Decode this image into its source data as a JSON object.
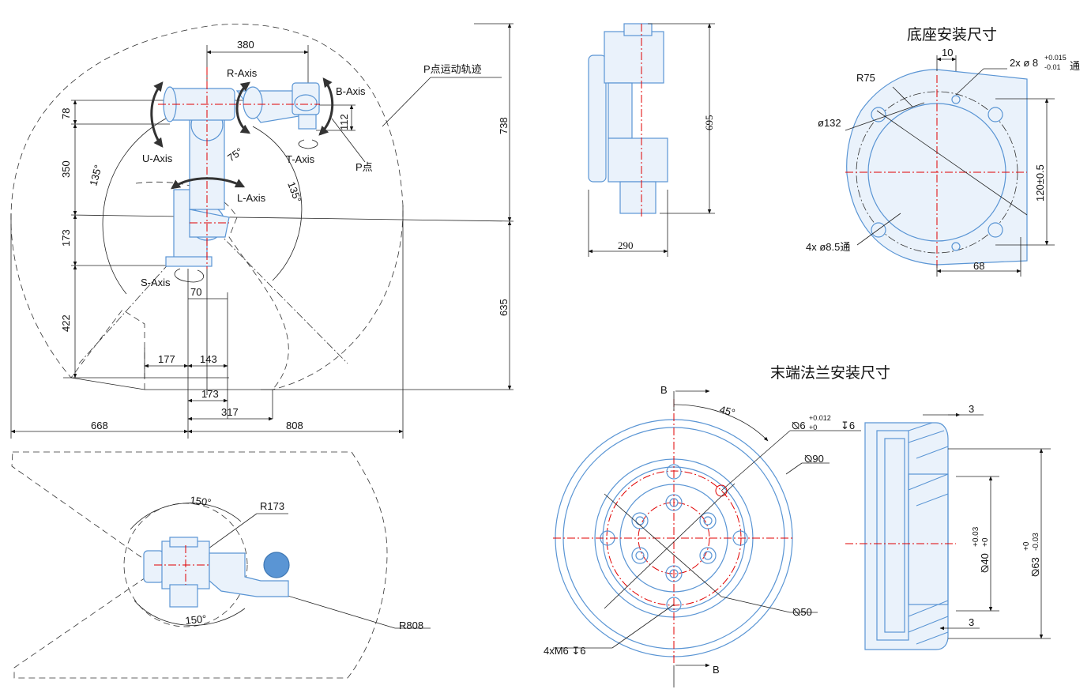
{
  "titles": {
    "base_mount": "底座安装尺寸",
    "flange_mount": "末端法兰安装尺寸"
  },
  "side_view": {
    "dims": {
      "top_380": "380",
      "left_78": "78",
      "left_350": "350",
      "left_173": "173",
      "left_422": "422",
      "bottom_177": "177",
      "bottom_143": "143",
      "s_70": "70",
      "bottom_173": "173",
      "bottom_317": "317",
      "bottom_668": "668",
      "bottom_808": "808",
      "right_738": "738",
      "right_635": "635",
      "wrist_112": "112"
    },
    "axes": {
      "r": "R-Axis",
      "b": "B-Axis",
      "u": "U-Axis",
      "t": "T-Axis",
      "l": "L-Axis",
      "s": "S-Axis",
      "p_point": "P点",
      "trajectory": "P点运动轨迹"
    },
    "angles": {
      "a75": "75°",
      "a135_left": "135°",
      "a135_right": "135°"
    }
  },
  "front_view": {
    "dims": {
      "height_695": "695",
      "width_290": "290"
    }
  },
  "base": {
    "labels": {
      "d10": "10",
      "pin": "2x ø 8",
      "pin_tol_up": "+0.015",
      "pin_tol_dn": "-0.01",
      "through": "通",
      "r75": "R75",
      "d132": "ø132",
      "holes": "4x ø8.5通",
      "d120": "120±0.5",
      "d68": "68"
    }
  },
  "top_view": {
    "labels": {
      "a150_top": "150°",
      "r173": "R173",
      "a150_bottom": "150°",
      "r808": "R808"
    }
  },
  "flange": {
    "labels": {
      "section_b_top": "B",
      "section_b_bottom": "B",
      "a45": "45°",
      "pin_d6": "⦰6",
      "pin_tol_up": "+0.012",
      "pin_tol_dn": "+0",
      "pin_depth": "↧6",
      "d90": "⦰90",
      "d50": "⦰50",
      "thread": "4xM6 ↧6",
      "t3_top": "3",
      "t3_bottom": "3",
      "d40": "⦰40",
      "d40_tol_up": "+0.03",
      "d40_tol_dn": "+0",
      "d63": "⦰63",
      "d63_tol_up": "+0",
      "d63_tol_dn": "-0.03"
    }
  }
}
